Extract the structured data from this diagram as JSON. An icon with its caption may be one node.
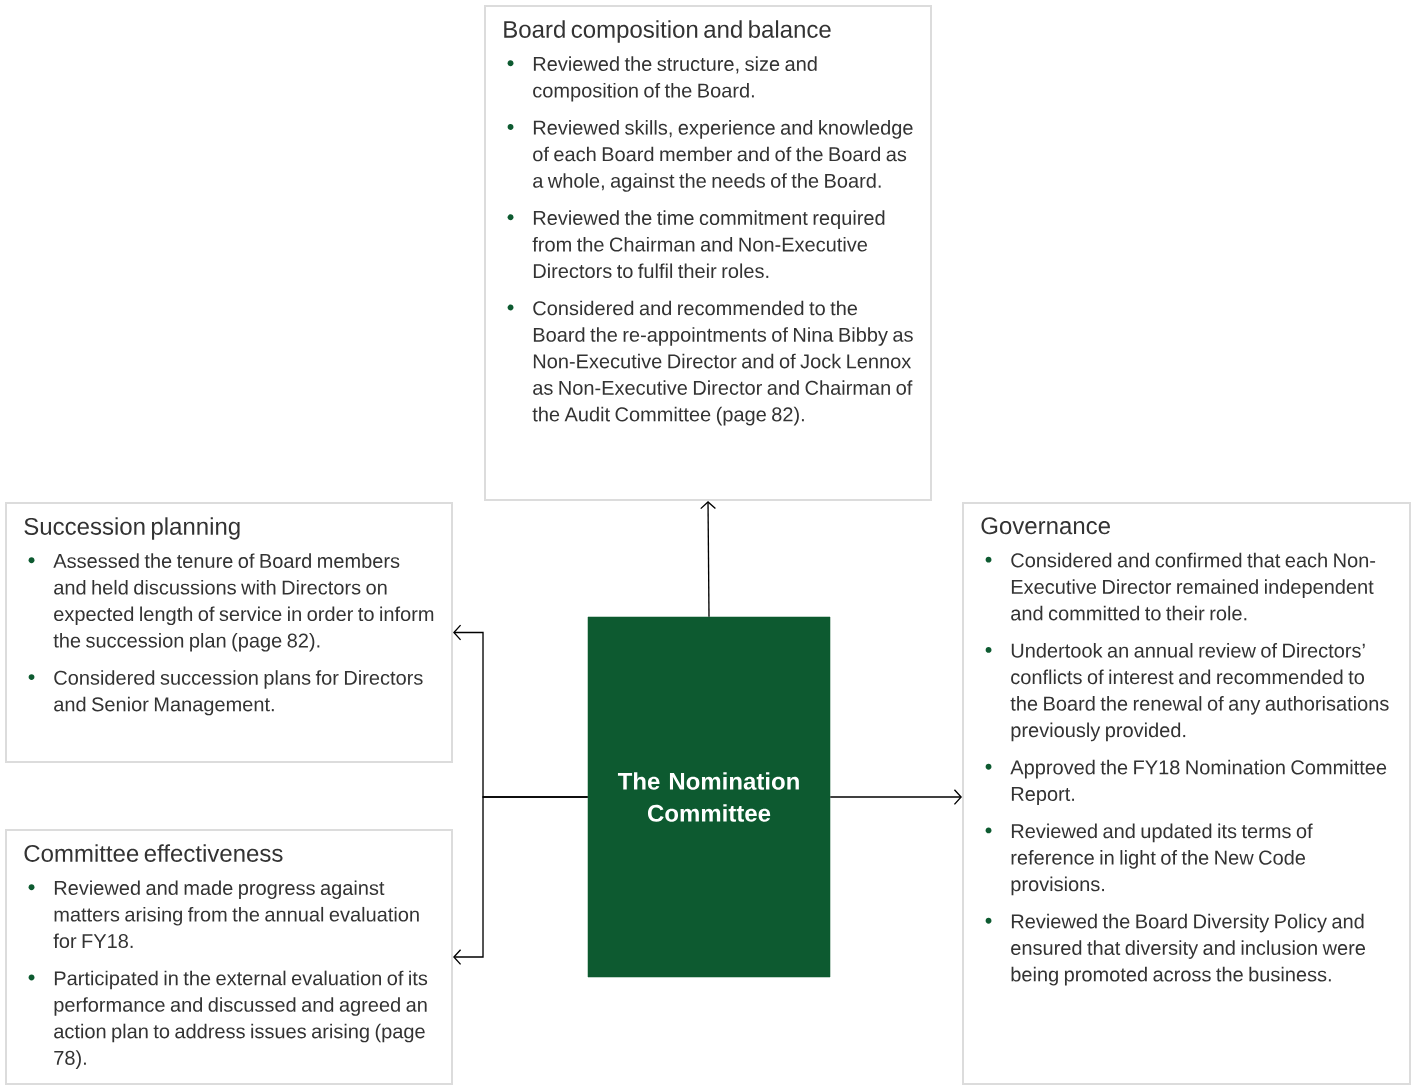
{
  "diagram": {
    "nodes": [
      {
        "text": [
          "Board composition and balance",
          "Reviewed the structure, size and composition of the Board.",
          "Reviewed skills, experience and knowledge of each Board member and of the Board as a whole, against the needs of the Board.",
          "Reviewed the time commitment required from the Chairman and Non-Executive Directors to fulfil their roles.",
          "Considered and recommended to the Board the re-appointments of Nina Bibby as Non-Executive Director and of Jock Lennox as Non-Executive Director and Chairman of the Audit Committee (page 82)."
        ]
      },
      {
        "text": [
          "Succession planning",
          "Assessed the tenure of Board members and held discussions with Directors on expected length of service in order to inform the succession plan (page 82).",
          "Considered succession plans for Directors and Senior Management."
        ]
      },
      {
        "text": [
          "Governance",
          "Considered and confirmed that each Non-Executive Director remained independent and committed to their role.",
          "Undertook an annual review of Directors’ conflicts of interest and recommended to the Board the renewal of any authorisations previously provided.",
          "Approved the FY18 Nomination Committee Report.",
          "Reviewed and updated its terms of reference in light of the New Code provisions.",
          "Reviewed the Board Diversity Policy and ensured that diversity and inclusion were being promoted across the business."
        ]
      },
      {
        "text": [
          "Committee effectiveness",
          "Reviewed and made progress against matters arising from the annual evaluation for FY18.",
          "Participated in the external evaluation of its performance and discussed and agreed an action plan to address issues arising (page 78)."
        ]
      },
      {
        "text": [
          "The Nomination Committee"
        ]
      }
    ],
    "edges": [
      {
        "from": 4,
        "to": 0,
        "arrow": "to"
      },
      {
        "from": 4,
        "to": 1,
        "arrow": "to"
      },
      {
        "from": 4,
        "to": 2,
        "arrow": "to"
      },
      {
        "from": 4,
        "to": 3,
        "arrow": "to"
      }
    ]
  }
}
